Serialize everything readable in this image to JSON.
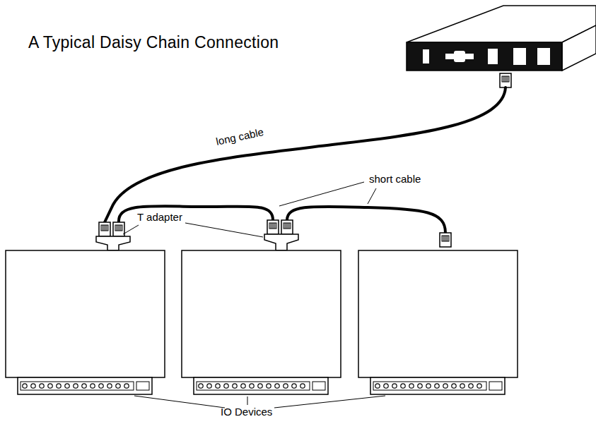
{
  "diagram": {
    "title": "A Typical Daisy Chain Connection",
    "labels": [
      "long cable",
      "short cable",
      "T adapter",
      "IO Devices"
    ]
  }
}
